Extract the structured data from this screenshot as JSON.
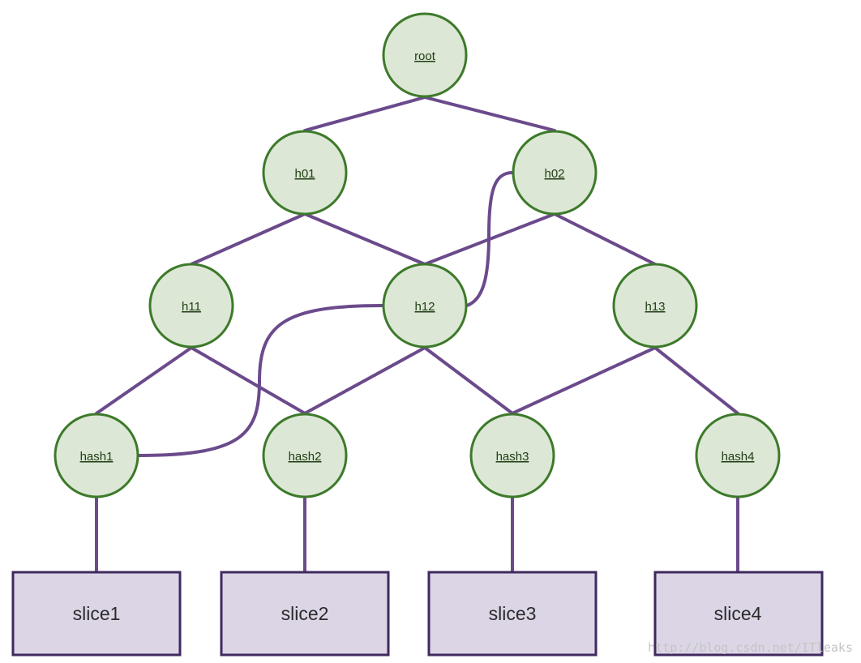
{
  "colors": {
    "edge": "#6b4a8c",
    "node_fill": "#dce7d6",
    "node_stroke": "#3d7a2a",
    "slice_fill": "#dcd5e6",
    "slice_stroke": "#3f2a5e"
  },
  "nodes": {
    "root": "root",
    "h01": "h01",
    "h02": "h02",
    "h11": "h11",
    "h12": "h12",
    "h13": "h13",
    "hash1": "hash1",
    "hash2": "hash2",
    "hash3": "hash3",
    "hash4": "hash4"
  },
  "slices": {
    "slice1": "slice1",
    "slice2": "slice2",
    "slice3": "slice3",
    "slice4": "slice4"
  },
  "edges": [
    [
      "root",
      "h01"
    ],
    [
      "root",
      "h02"
    ],
    [
      "h01",
      "h11"
    ],
    [
      "h01",
      "h12"
    ],
    [
      "h02",
      "h12"
    ],
    [
      "h02",
      "h13"
    ],
    [
      "h11",
      "hash1"
    ],
    [
      "h11",
      "hash2"
    ],
    [
      "h12",
      "hash2"
    ],
    [
      "h12",
      "hash3"
    ],
    [
      "h13",
      "hash3"
    ],
    [
      "h13",
      "hash4"
    ],
    [
      "hash1",
      "slice1"
    ],
    [
      "hash2",
      "slice2"
    ],
    [
      "hash3",
      "slice3"
    ],
    [
      "hash4",
      "slice4"
    ]
  ],
  "highlight_path": [
    "hash1",
    "h12",
    "h02"
  ],
  "watermark": "http://blog.csdn.net/ITleaks"
}
